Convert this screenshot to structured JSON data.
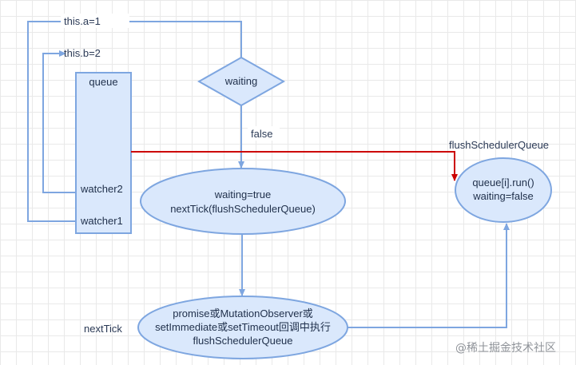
{
  "diagram": {
    "edge_a_label": "this.a=1",
    "edge_b_label": "this.b=2",
    "queue": {
      "title": "queue",
      "item_watcher2": "watcher2",
      "item_watcher1": "watcher1"
    },
    "decision_label": "waiting",
    "false_label": "false",
    "ellipse_waiting": {
      "line1": "waiting=true",
      "line2": "nextTick(flushSchedulerQueue)"
    },
    "flush_label": "flushSchedulerQueue",
    "ellipse_run": {
      "line1": "queue[i].run()",
      "line2": "waiting=false"
    },
    "nexttick_label": "nextTick",
    "ellipse_promise": {
      "line1": "promise或MutationObserver或",
      "line2": "setImmediate或setTimeout回调中执行",
      "line3": "flushSchedulerQueue"
    },
    "watermark": "@稀土掘金技术社区"
  },
  "colors": {
    "stroke": "#7ea6e0",
    "fill": "#dae8fc",
    "red_line": "#cc0000",
    "text": "#1f2f4a"
  }
}
